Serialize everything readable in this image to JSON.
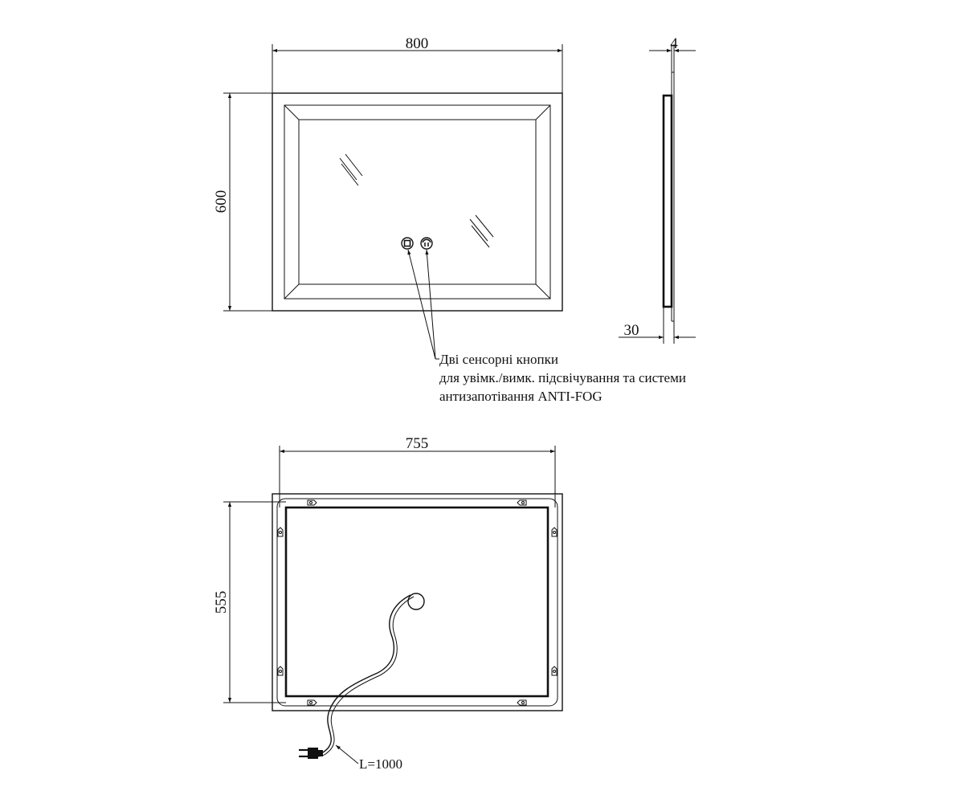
{
  "front_view": {
    "width_label": "800",
    "height_label": "600",
    "buttons": [
      "power-icon",
      "anti-fog-icon"
    ]
  },
  "side_view": {
    "thickness_label": "4",
    "depth_label": "30"
  },
  "annotation": {
    "lines": [
      "Дві сенсорні кнопки",
      "для увімк./вимк. підсвічування та системи",
      "антизапотівання ANTI-FOG"
    ]
  },
  "back_view": {
    "width_label": "755",
    "height_label": "555",
    "cable_label": "L=1000"
  }
}
